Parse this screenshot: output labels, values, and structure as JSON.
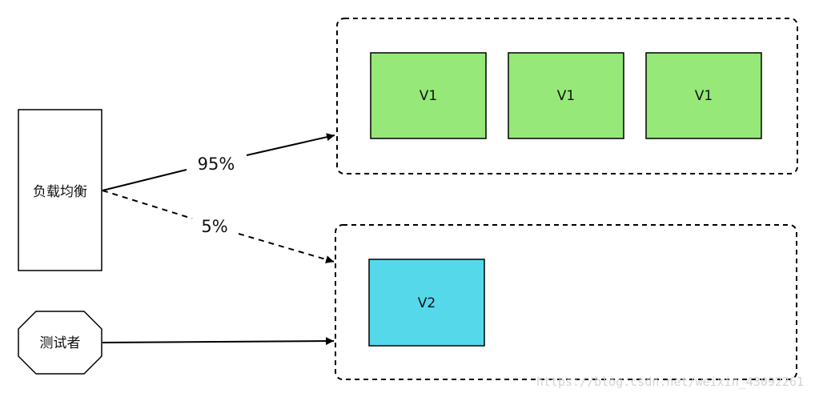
{
  "diagram": {
    "load_balancer": {
      "label": "负载均衡"
    },
    "tester": {
      "label": "测试者"
    },
    "v1_group": {
      "nodes": [
        "V1",
        "V1",
        "V1"
      ],
      "color": "#96e878"
    },
    "v2_group": {
      "nodes": [
        "V2"
      ],
      "color": "#54d8ea"
    },
    "edges": {
      "to_v1": {
        "label": "95%",
        "style": "solid"
      },
      "to_v2": {
        "label": "5%",
        "style": "dashed"
      },
      "tester_to_v2": {
        "style": "solid"
      }
    },
    "watermark": "https://blog.csdn.net/weixin_43092261"
  }
}
